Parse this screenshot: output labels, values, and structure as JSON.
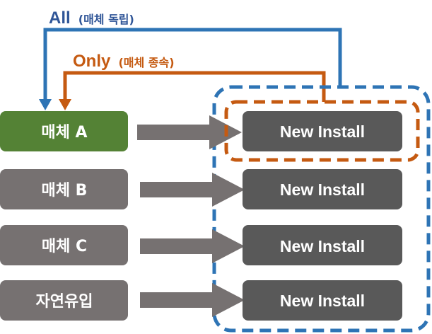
{
  "labels": {
    "all_main": "All",
    "all_sub": "(매체 독립)",
    "only_main": "Only",
    "only_sub": "(매체 종속)"
  },
  "sources": [
    {
      "label": "매체 A",
      "highlighted": true
    },
    {
      "label": "매체 B",
      "highlighted": false
    },
    {
      "label": "매체 C",
      "highlighted": false
    },
    {
      "label": "자연유입",
      "highlighted": false
    }
  ],
  "targets": [
    {
      "label": "New Install"
    },
    {
      "label": "New Install"
    },
    {
      "label": "New Install"
    },
    {
      "label": "New Install"
    }
  ],
  "colors": {
    "blue": "#2e74b5",
    "blue_text": "#2f5597",
    "orange": "#c55a11",
    "green": "#548235",
    "source_gray": "#767171",
    "target_gray": "#595959",
    "arrow_gray": "#767171",
    "white": "#ffffff"
  }
}
